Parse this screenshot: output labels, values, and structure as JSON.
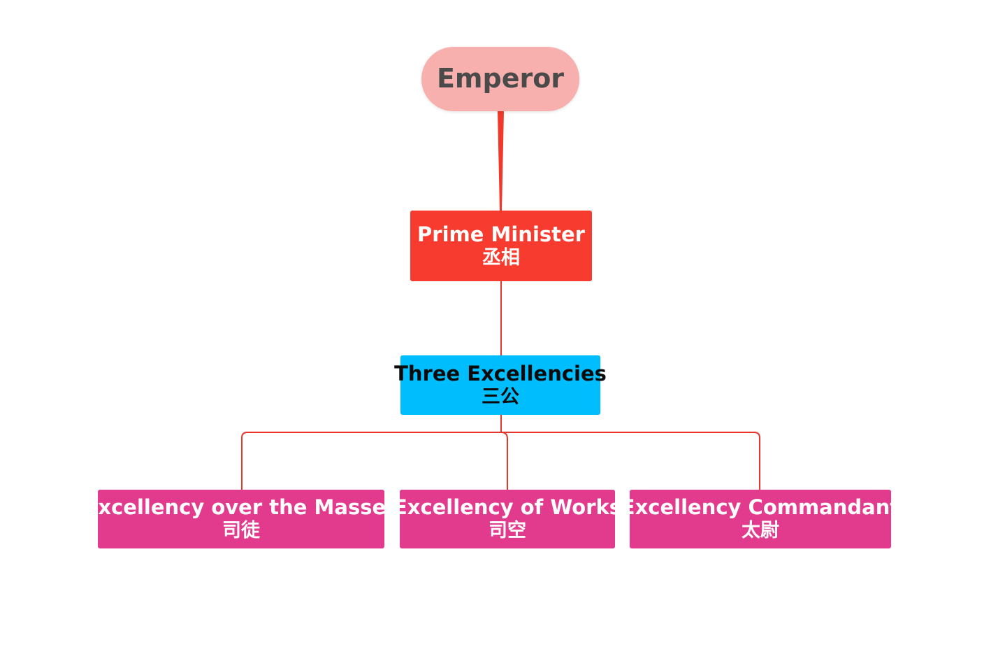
{
  "diagram": {
    "root": {
      "label": "Emperor"
    },
    "prime_minister": {
      "label_en": "Prime Minister",
      "label_zh": "丞相"
    },
    "three_excellencies": {
      "label_en": "Three Excellencies",
      "label_zh": "三公"
    },
    "children": [
      {
        "label_en": "Excellency over the Masses",
        "label_zh": "司徒"
      },
      {
        "label_en": "Excellency of Works",
        "label_zh": "司空"
      },
      {
        "label_en": "Excellency Commandant",
        "label_zh": "太尉"
      }
    ]
  },
  "colors": {
    "root_fill": "#f8b0ae",
    "prime_minister_fill": "#f73b2e",
    "three_excellencies_fill": "#00bdfd",
    "leaf_fill": "#e23a8c",
    "connector": "#e8362c"
  }
}
